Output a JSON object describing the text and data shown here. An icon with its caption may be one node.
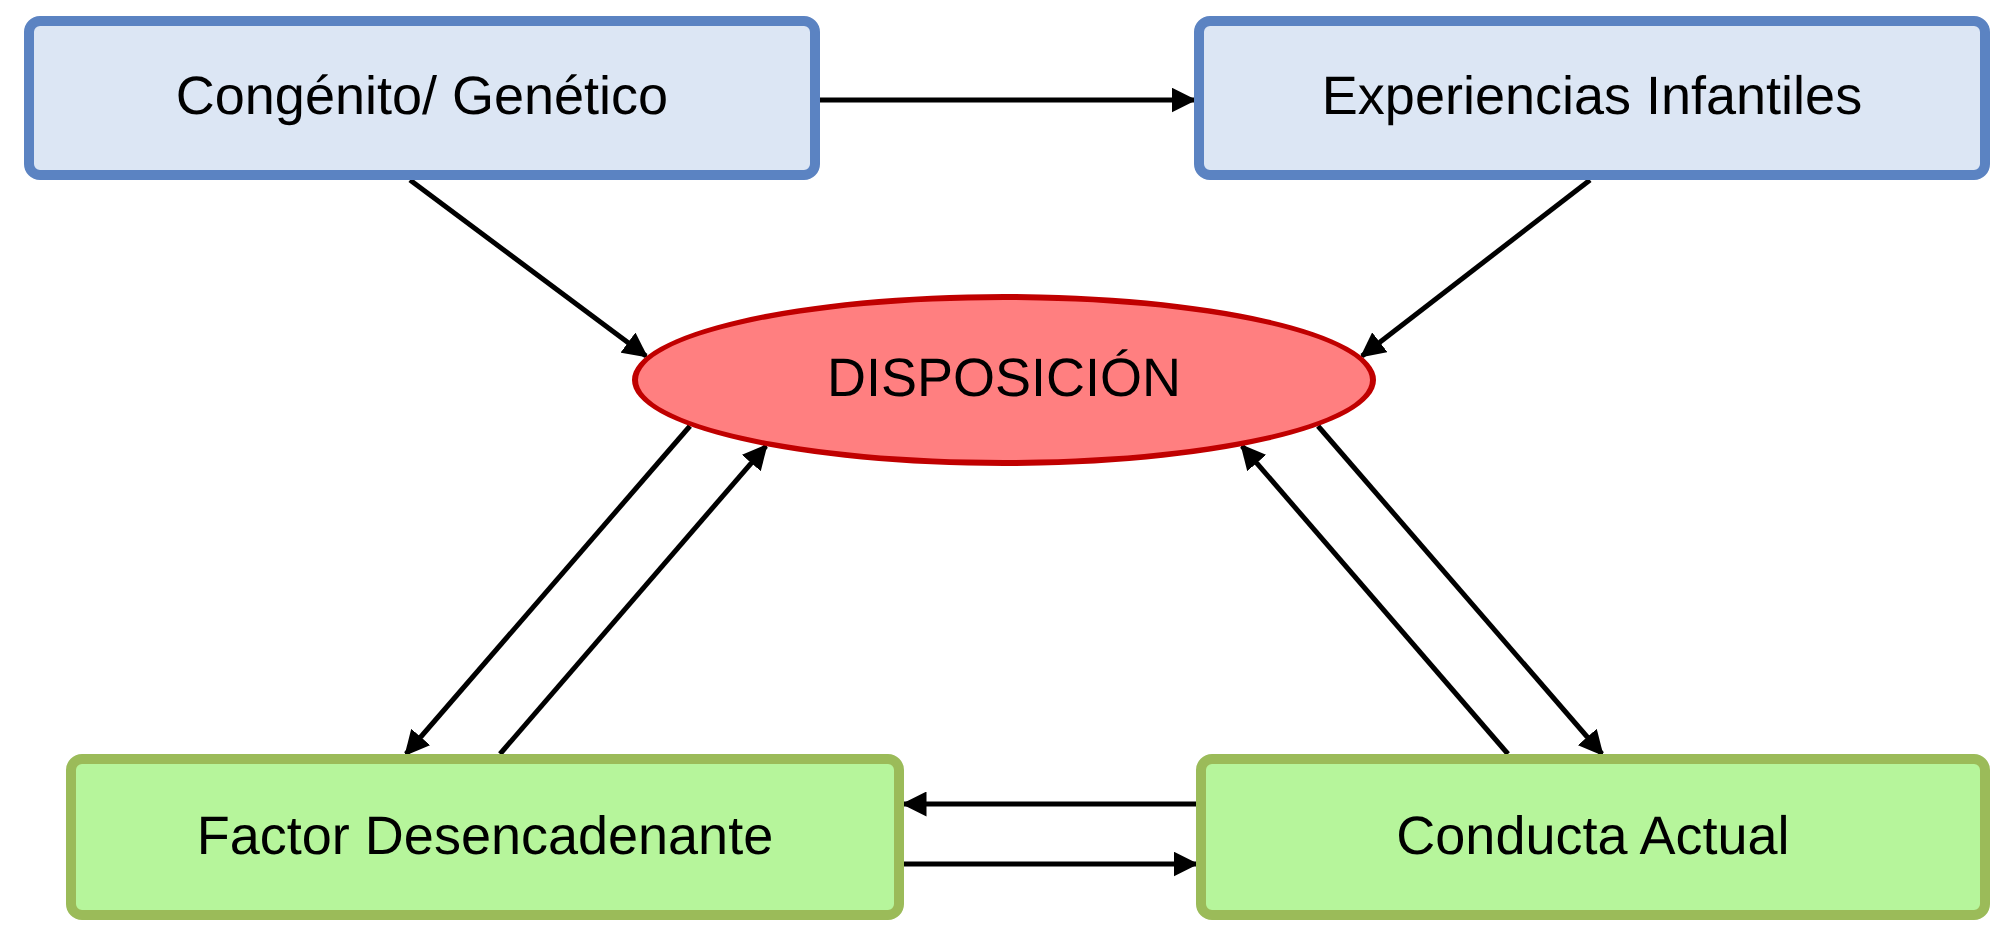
{
  "diagram": {
    "nodes": [
      {
        "text": [
          "Congénito/ Genético"
        ]
      },
      {
        "text": [
          "Experiencias Infantiles"
        ]
      },
      {
        "text": [
          "DISPOSICIÓN"
        ]
      },
      {
        "text": [
          "Factor Desencadenante"
        ]
      },
      {
        "text": [
          "Conducta Actual"
        ]
      }
    ],
    "edges": [
      {
        "from": 0,
        "to": 1,
        "arrow": "to"
      },
      {
        "from": 0,
        "to": 2,
        "arrow": "to"
      },
      {
        "from": 1,
        "to": 2,
        "arrow": "to"
      },
      {
        "from": 2,
        "to": 3,
        "arrow": "to"
      },
      {
        "from": 3,
        "to": 2,
        "arrow": "to"
      },
      {
        "from": 2,
        "to": 4,
        "arrow": "to"
      },
      {
        "from": 4,
        "to": 2,
        "arrow": "to"
      },
      {
        "from": 4,
        "to": 3,
        "arrow": "to"
      },
      {
        "from": 3,
        "to": 4,
        "arrow": "to"
      }
    ]
  }
}
